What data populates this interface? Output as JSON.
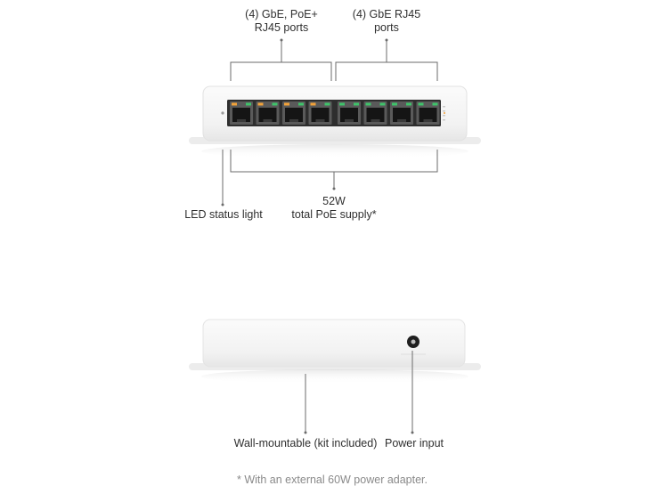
{
  "top_labels": {
    "poe_ports": {
      "line1": "(4) GbE, PoE+",
      "line2": "RJ45 ports"
    },
    "rj45_ports": {
      "line1": "(4) GbE RJ45",
      "line2": "ports"
    }
  },
  "bottom_labels": {
    "led": "LED status light",
    "poe_supply": {
      "line1": "52W",
      "line2": "total PoE supply*"
    }
  },
  "back_labels": {
    "wall_mount": "Wall-mountable (kit included)",
    "power_input": "Power input"
  },
  "footnote": "* With an external 60W power adapter.",
  "colors": {
    "line": "#6b6b6b",
    "poe_led": "#f2a23a",
    "link_led": "#3fc36a",
    "device_body": "#f4f4f4"
  }
}
